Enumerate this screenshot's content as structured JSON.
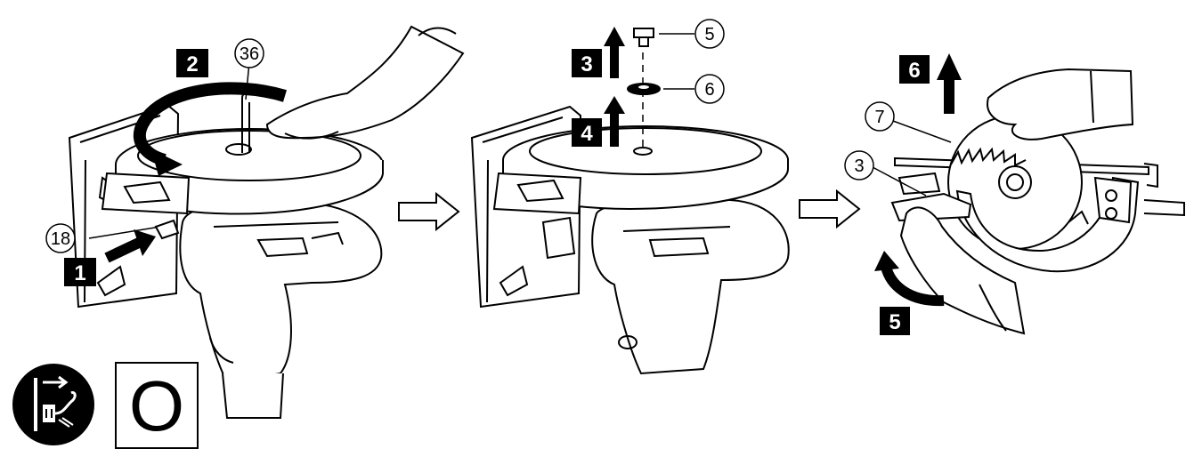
{
  "panels": [
    {
      "steps": [
        {
          "label": "1"
        },
        {
          "label": "2"
        }
      ],
      "callouts": [
        {
          "label": "36"
        },
        {
          "label": "18"
        }
      ]
    },
    {
      "steps": [
        {
          "label": "3"
        },
        {
          "label": "4"
        }
      ],
      "callouts": [
        {
          "label": "5"
        },
        {
          "label": "6"
        }
      ]
    },
    {
      "steps": [
        {
          "label": "6"
        },
        {
          "label": "5"
        }
      ],
      "callouts": [
        {
          "label": "7"
        },
        {
          "label": "3"
        }
      ]
    }
  ],
  "symbols": {
    "unplug_icon": "unplug-icon",
    "mode_box_label": "O"
  },
  "colors": {
    "ink": "#000000",
    "paper": "#ffffff"
  }
}
